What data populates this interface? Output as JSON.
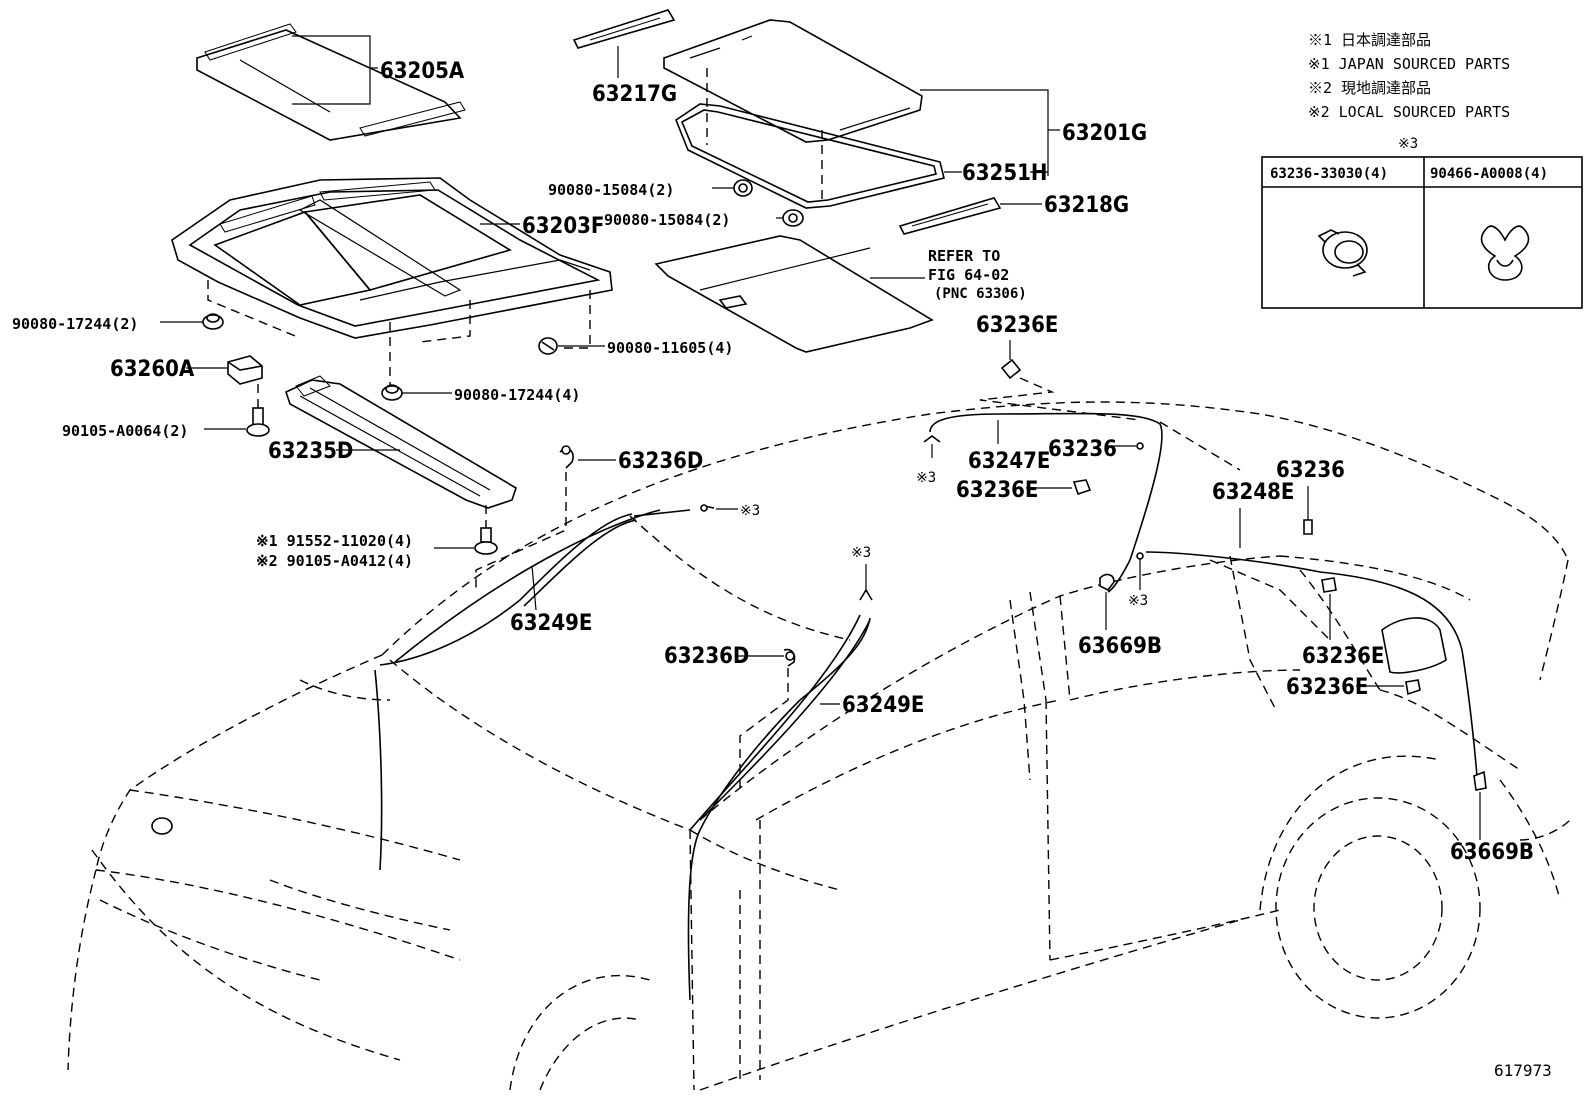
{
  "notes": {
    "n1_jp": "※1 日本調達部品",
    "n1_en": "※1 JAPAN SOURCED PARTS",
    "n2_jp": "※2 現地調達部品",
    "n2_en": "※2 LOCAL SOURCED PARTS"
  },
  "kit_table": {
    "header_mark": "※3",
    "col1": "63236-33030(4)",
    "col2": "90466-A0008(4)"
  },
  "refer": {
    "line1": "REFER TO",
    "line2": "FIG 64-02",
    "line3": "(PNC 63306)"
  },
  "labels": {
    "p63205A": "63205A",
    "p63217G": "63217G",
    "p63201G": "63201G",
    "p63251H": "63251H",
    "p63218G": "63218G",
    "p63203F": "63203F",
    "bolt_15084_a": "90080-15084(2)",
    "bolt_15084_b": "90080-15084(2)",
    "bolt_17244_2": "90080-17244(2)",
    "bolt_11605_4": "90080-11605(4)",
    "bolt_17244_4": "90080-17244(4)",
    "p63260A": "63260A",
    "bolt_a0064": "90105-A0064(2)",
    "p63235D": "63235D",
    "bolt_11020": "※1 91552-11020(4)",
    "bolt_a0412": "※2 90105-A0412(4)",
    "p63236D_top": "63236D",
    "p63236E_roof": "63236E",
    "p63247E": "63247E",
    "p63236_a": "63236",
    "p63236E_mid": "63236E",
    "p63248E": "63248E",
    "p63236_b": "63236",
    "mark3_a": "※3",
    "mark3_b": "※3",
    "mark3_c": "※3",
    "mark3_d": "※3",
    "p63249E_a": "63249E",
    "p63236D_low": "63236D",
    "p63249E_b": "63249E",
    "p63669B_a": "63669B",
    "p63236E_r1": "63236E",
    "p63236E_r2": "63236E",
    "p63669B_b": "63669B",
    "figure_no": "617973"
  }
}
